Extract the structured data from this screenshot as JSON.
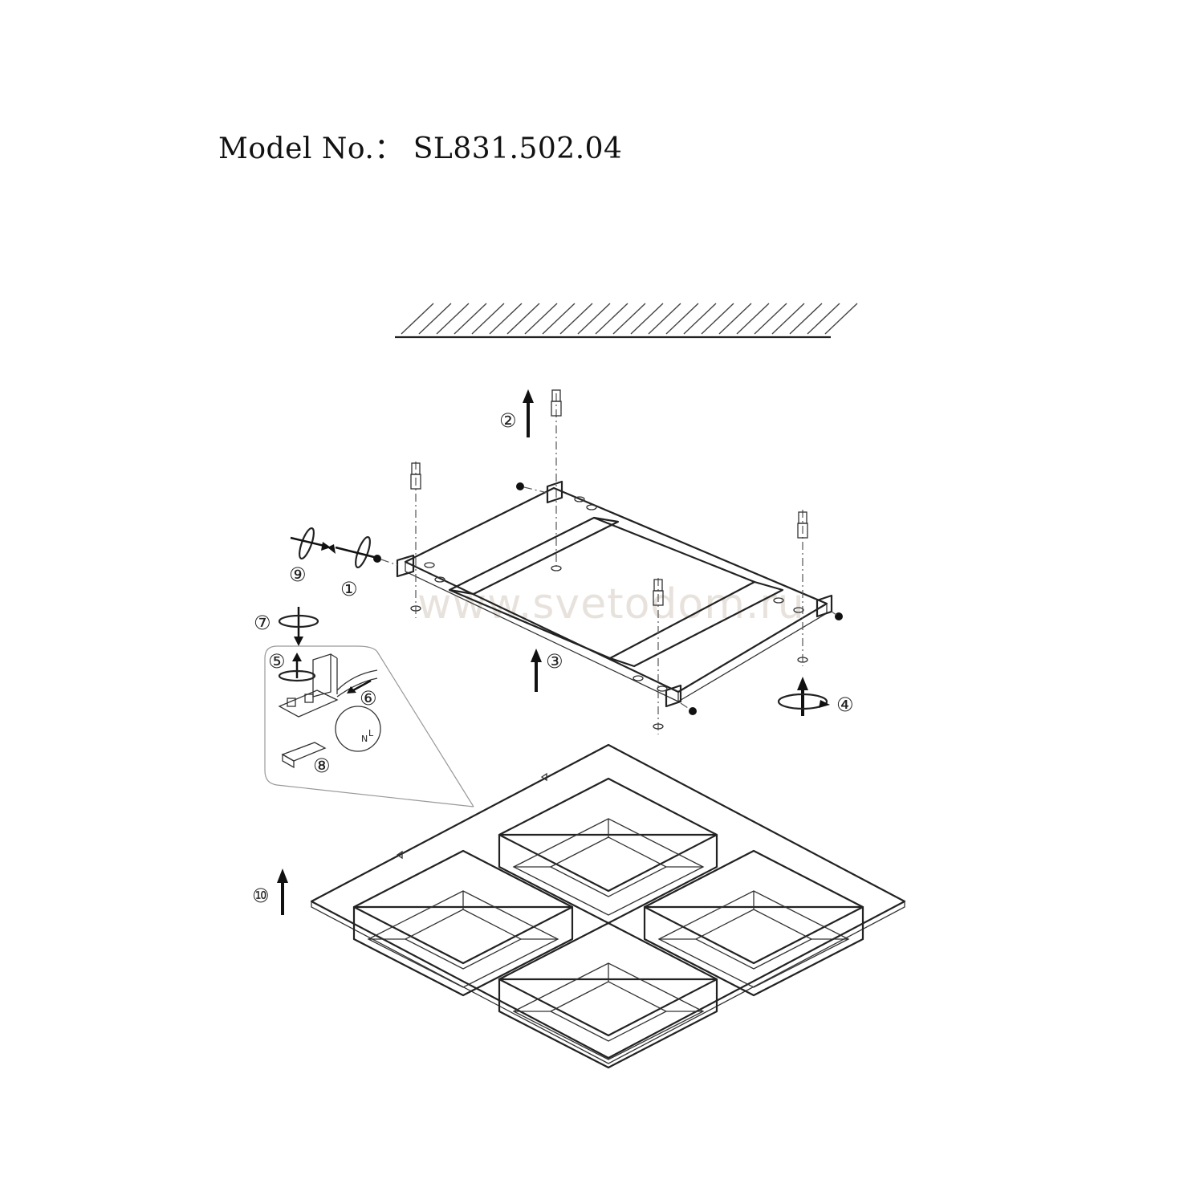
{
  "title": "Model No.： SL831.502.04",
  "watermark": "www.svetodom.ru",
  "step_labels": {
    "s1": "①",
    "s2": "②",
    "s3": "③",
    "s4": "④",
    "s5": "⑤",
    "s6": "⑥",
    "s7": "⑦",
    "s8": "⑧",
    "s9": "⑨",
    "s10": "⑩"
  },
  "wire_marks": {
    "n": "N",
    "l": "L"
  }
}
